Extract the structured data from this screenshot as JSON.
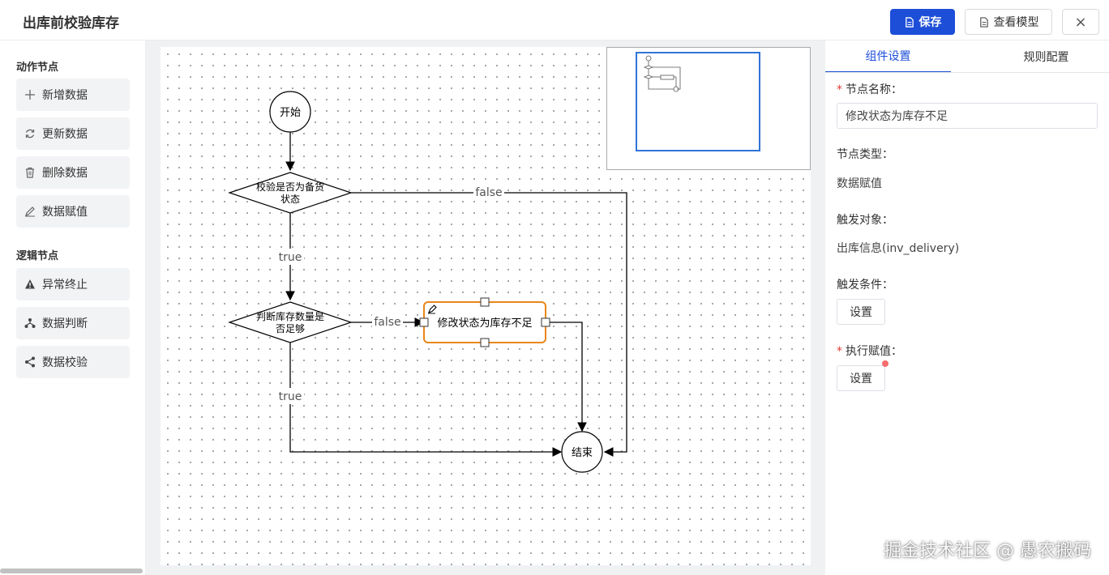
{
  "header": {
    "title": "出库前校验库存",
    "save_label": "保存",
    "view_model_label": "查看模型",
    "close_symbol": "×"
  },
  "left_panel": {
    "action_section_title": "动作节点",
    "action_items": [
      {
        "label": "新增数据",
        "icon": "plus-icon"
      },
      {
        "label": "更新数据",
        "icon": "refresh-icon"
      },
      {
        "label": "删除数据",
        "icon": "trash-icon"
      },
      {
        "label": "数据赋值",
        "icon": "pencil-icon"
      }
    ],
    "logic_section_title": "逻辑节点",
    "logic_items": [
      {
        "label": "异常终止",
        "icon": "warning-icon"
      },
      {
        "label": "数据判断",
        "icon": "branch-icon"
      },
      {
        "label": "数据校验",
        "icon": "share-icon"
      }
    ]
  },
  "flow": {
    "start_label": "开始",
    "end_label": "结束",
    "decision1_line1": "校验是否为备货",
    "decision1_line2": "状态",
    "decision2_line1": "判断库存数量是",
    "decision2_line2": "否足够",
    "action_label": "修改状态为库存不足",
    "edge_true_1": "true",
    "edge_false_1": "false",
    "edge_true_2": "true",
    "edge_false_2": "false"
  },
  "right_panel": {
    "tab_component": "组件设置",
    "tab_rules": "规则配置",
    "node_name_label": "节点名称：",
    "node_name_value": "修改状态为库存不足",
    "node_type_label": "节点类型：",
    "node_type_value": "数据赋值",
    "trigger_object_label": "触发对象：",
    "trigger_object_value": "出库信息(inv_delivery)",
    "trigger_condition_label": "触发条件：",
    "trigger_condition_button": "设置",
    "execute_assign_label": "执行赋值：",
    "execute_assign_button": "设置"
  },
  "watermark": "掘金技术社区 @ 愚农搬码",
  "colors": {
    "primary": "#1d4ed8",
    "selected_node_border": "#e8861a",
    "required_marker": "#e53935",
    "badge_dot": "#f56c6c",
    "minimap_view": "#2f74d8"
  }
}
